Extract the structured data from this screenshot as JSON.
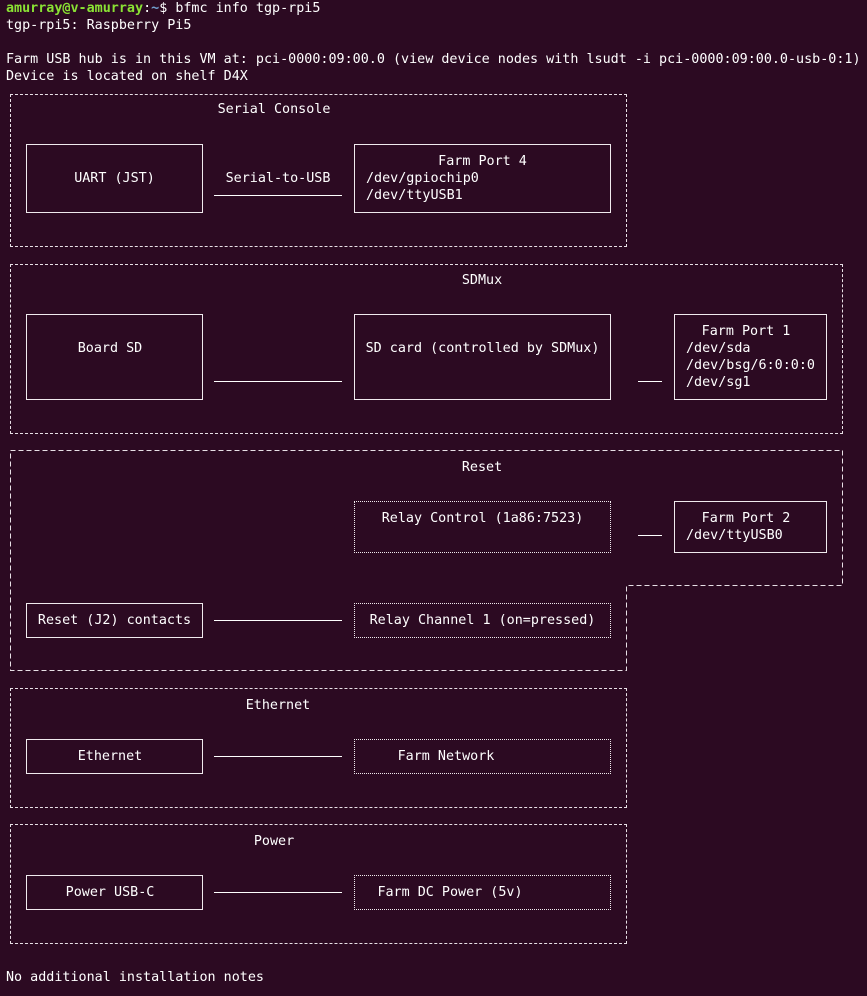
{
  "terminal": {
    "prompt_user": "amurray@v-amurray",
    "prompt_sep": ":",
    "prompt_path": "~",
    "prompt_symbol": "$",
    "command": "bfmc info tgp-rpi5",
    "line1": "tgp-rpi5: Raspberry Pi5",
    "line2": "Farm USB hub is in this VM at: pci-0000:09:00.0 (view device nodes with lsudt -i pci-0000:09:00.0-usb-0:1)",
    "line3": "Device is located on shelf D4X",
    "footer": "No additional installation notes"
  },
  "serial": {
    "title": "Serial Console",
    "uart": "UART (JST)",
    "edge": "Serial-to-USB",
    "port_title": "Farm Port 4",
    "port_dev1": "/dev/gpiochip0",
    "port_dev2": "/dev/ttyUSB1"
  },
  "sdmux": {
    "title": "SDMux",
    "board": "Board SD",
    "card": "SD card (controlled by SDMux)",
    "port_title": "Farm Port 1",
    "port_dev1": "/dev/sda",
    "port_dev2": "/dev/bsg/6:0:0:0",
    "port_dev3": "/dev/sg1"
  },
  "reset": {
    "title": "Reset",
    "relay_control": "Relay Control (1a86:7523)",
    "port_title": "Farm Port 2",
    "port_dev1": "/dev/ttyUSB0",
    "contacts": "Reset (J2) contacts",
    "relay_channel": "Relay Channel 1 (on=pressed)"
  },
  "ethernet": {
    "title": "Ethernet",
    "node": "Ethernet",
    "network": "Farm Network"
  },
  "power": {
    "title": "Power",
    "node": "Power USB-C",
    "dc": "Farm DC Power (5v)"
  }
}
